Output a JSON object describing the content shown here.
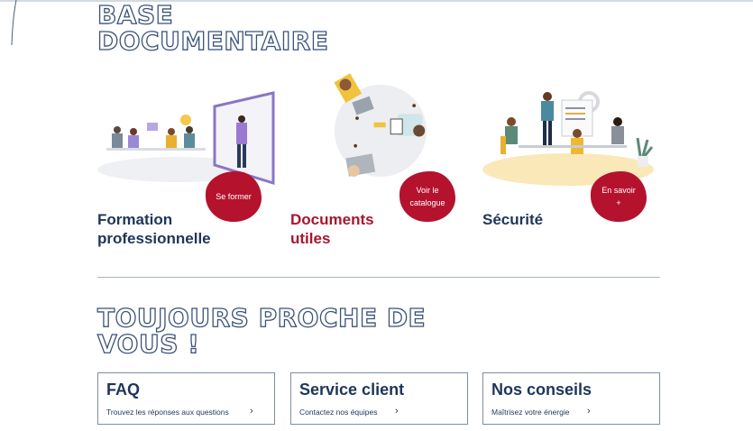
{
  "base_section": {
    "title_line1": "BASE",
    "title_line2": "DOCUMENTAIRE",
    "cards": [
      {
        "title_line1": "Formation",
        "title_line2": "professionnelle",
        "cta": "Se former",
        "title_color": "#1f3559",
        "illustration": "training-classroom-illustration"
      },
      {
        "title_line1": "Documents",
        "title_line2": "utiles",
        "cta_line1": "Voir le",
        "cta_line2": "catalogue",
        "title_color": "#a8162f",
        "illustration": "meeting-table-topview-illustration"
      },
      {
        "title_line1": "Sécurité",
        "title_line2": "",
        "cta_line1": "En savoir",
        "cta_line2": "+",
        "title_color": "#1f3559",
        "illustration": "team-meeting-illustration"
      }
    ]
  },
  "contact_section": {
    "title_line1": "TOUJOURS PROCHE DE",
    "title_line2": "VOUS !",
    "cards": [
      {
        "title": "FAQ",
        "subtitle": "Trouvez les réponses aux questions",
        "chevron": "›"
      },
      {
        "title": "Service client",
        "subtitle": "Contactez nos équipes",
        "chevron": "›"
      },
      {
        "title": "Nos conseils",
        "subtitle": "Maîtrisez votre énergie",
        "chevron": "›"
      }
    ]
  },
  "colors": {
    "navy": "#1f3559",
    "accent_red": "#b5122e",
    "outline": "#3b5278"
  }
}
